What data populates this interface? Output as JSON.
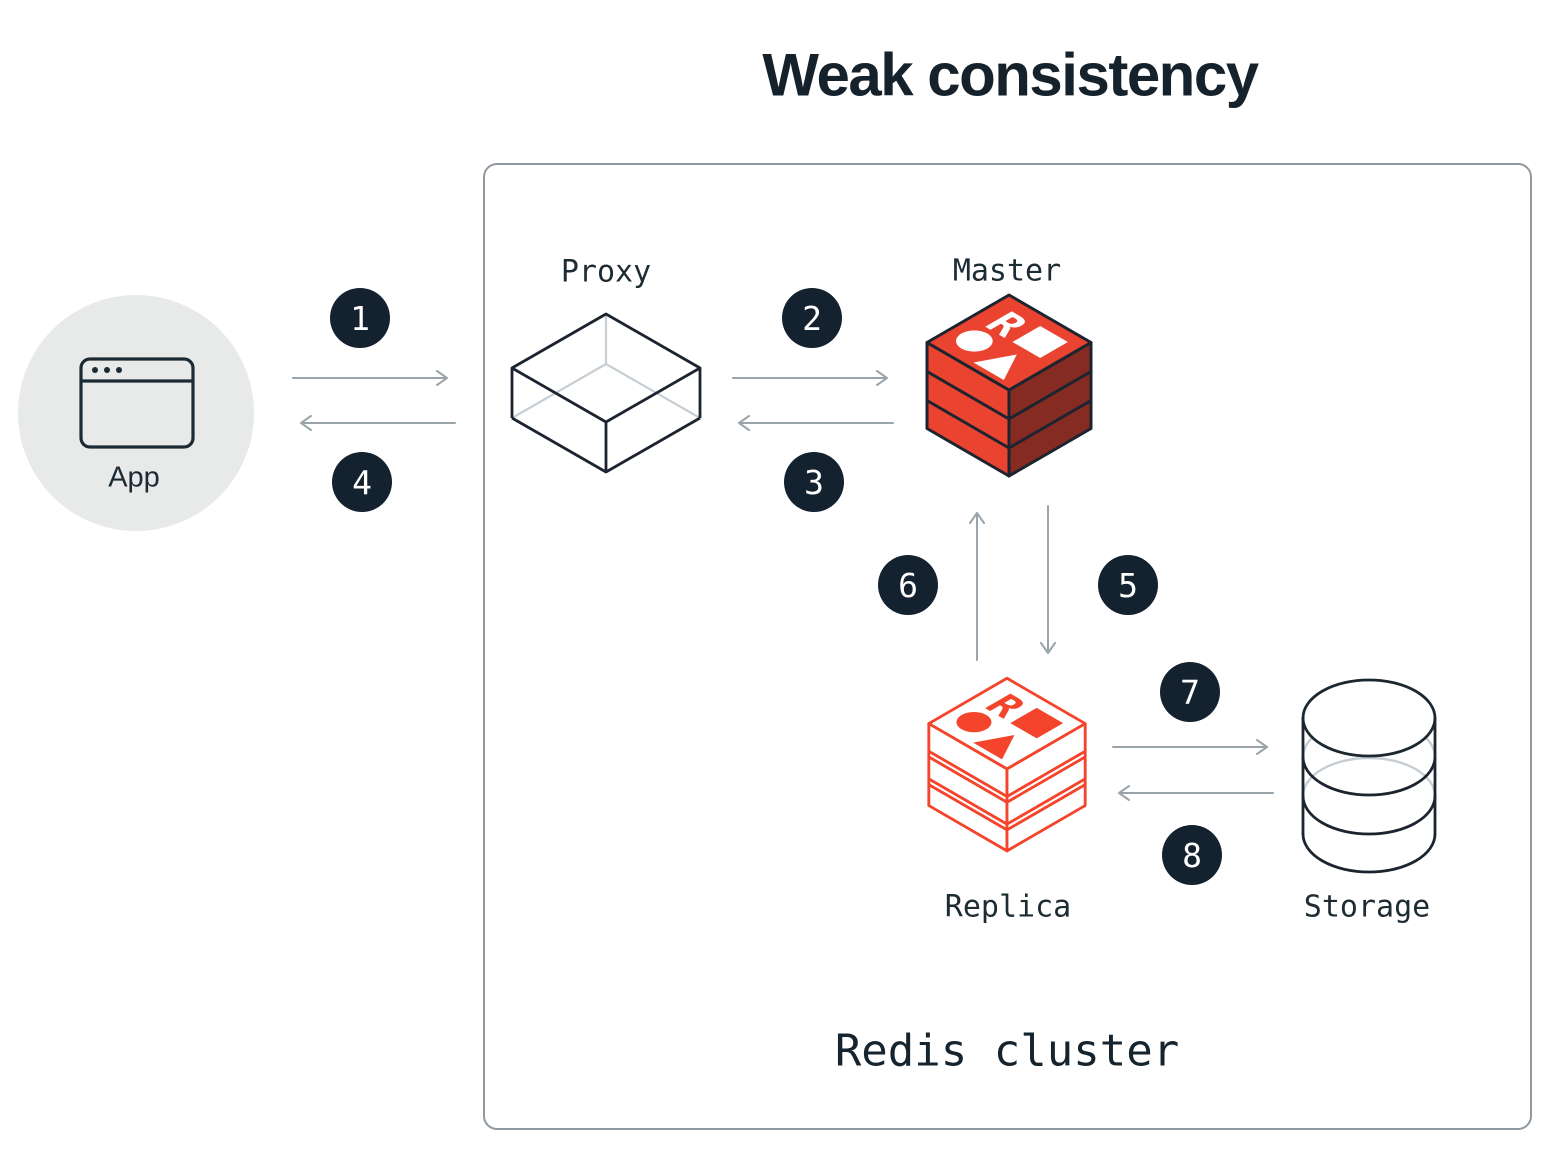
{
  "title": "Weak consistency",
  "cluster_label": "Redis cluster",
  "nodes": {
    "app": {
      "label": "App",
      "icon": "browser-window-icon"
    },
    "proxy": {
      "label": "Proxy",
      "icon": "wireframe-box-icon"
    },
    "master": {
      "label": "Master",
      "icon": "redis-cube-icon"
    },
    "replica": {
      "label": "Replica",
      "icon": "redis-cube-outline-icon"
    },
    "storage": {
      "label": "Storage",
      "icon": "database-cylinder-icon"
    }
  },
  "glyphs": {
    "redis_r": "R"
  },
  "steps": [
    {
      "number": "1",
      "from": "App",
      "to": "Proxy"
    },
    {
      "number": "2",
      "from": "Proxy",
      "to": "Master"
    },
    {
      "number": "3",
      "from": "Master",
      "to": "Proxy"
    },
    {
      "number": "4",
      "from": "Proxy",
      "to": "App"
    },
    {
      "number": "5",
      "from": "Master",
      "to": "Replica"
    },
    {
      "number": "6",
      "from": "Replica",
      "to": "Master"
    },
    {
      "number": "7",
      "from": "Replica",
      "to": "Storage"
    },
    {
      "number": "8",
      "from": "Storage",
      "to": "Replica"
    }
  ],
  "colors": {
    "ink_navy": "#15222c",
    "badge_navy": "#13222e",
    "arrow_gray": "#99a5ab",
    "border_gray": "#8e99a1",
    "hidden_edge_gray": "#c7ced3",
    "app_circle_gray": "#e8eaea",
    "redis_red": "#ea4330",
    "redis_red_dark": "#862b22",
    "replica_red": "#f4452c"
  }
}
